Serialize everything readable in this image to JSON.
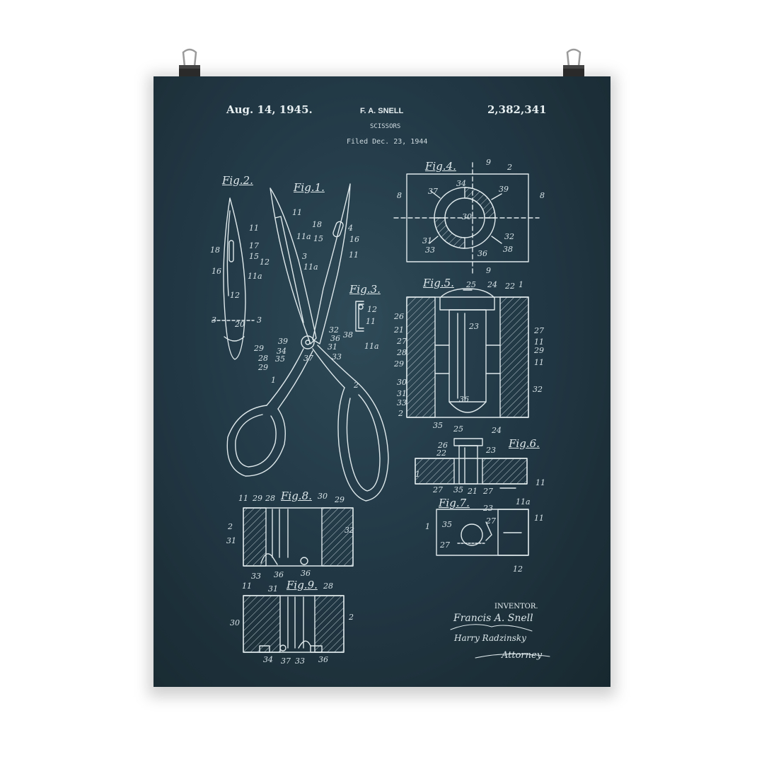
{
  "patent": {
    "date": "Aug. 14, 1945.",
    "inventor_name": "F. A. SNELL",
    "number": "2,382,341",
    "title": "SCISSORS",
    "filed": "Filed Dec. 23, 1944"
  },
  "figures": {
    "fig1": "Fig.1.",
    "fig2": "Fig.2.",
    "fig3": "Fig.3.",
    "fig4": "Fig.4.",
    "fig5": "Fig.5.",
    "fig6": "Fig.6.",
    "fig7": "Fig.7.",
    "fig8": "Fig.8.",
    "fig9": "Fig.9."
  },
  "signature": {
    "inventor_label": "INVENTOR.",
    "inventor_full": "Francis A. Snell",
    "attorney_signature": "Harry Radzinsky",
    "attorney_label": "Attorney"
  },
  "colors": {
    "paper": "#223946",
    "ink": "#dfe9ec",
    "clip": "#2a2a2a"
  },
  "icons": {
    "clip": "binder-clip-icon"
  }
}
